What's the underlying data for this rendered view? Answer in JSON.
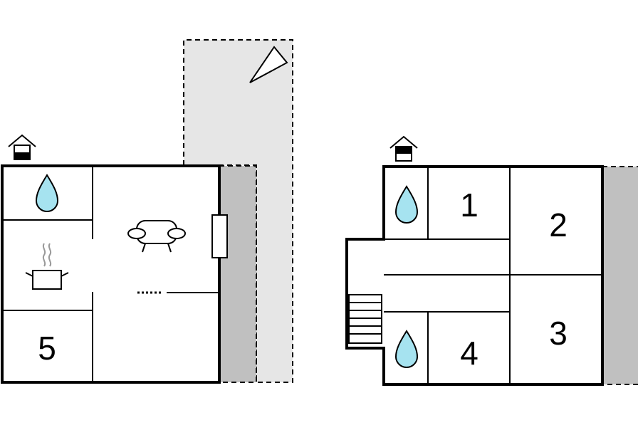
{
  "colors": {
    "wall": "#000000",
    "terrace": "#e6e6e6",
    "balcony": "#c0c0c0",
    "water": "#a6e3f0",
    "background": "#ffffff"
  },
  "floors": [
    {
      "level_icon": "house-ground-floor-icon",
      "rooms": [
        {
          "label": "",
          "icon": "water-drop-icon"
        },
        {
          "label": "",
          "icon": "kitchen-pot-icon"
        },
        {
          "label": "5",
          "icon": ""
        },
        {
          "label": "",
          "icon": "sofa-icon"
        }
      ]
    },
    {
      "level_icon": "house-upper-floor-icon",
      "rooms": [
        {
          "label": "",
          "icon": "water-drop-icon"
        },
        {
          "label": "1",
          "icon": ""
        },
        {
          "label": "2",
          "icon": ""
        },
        {
          "label": "3",
          "icon": ""
        },
        {
          "label": "4",
          "icon": ""
        },
        {
          "label": "",
          "icon": "water-drop-icon"
        }
      ]
    }
  ],
  "compass_icon": "north-arrow-icon"
}
